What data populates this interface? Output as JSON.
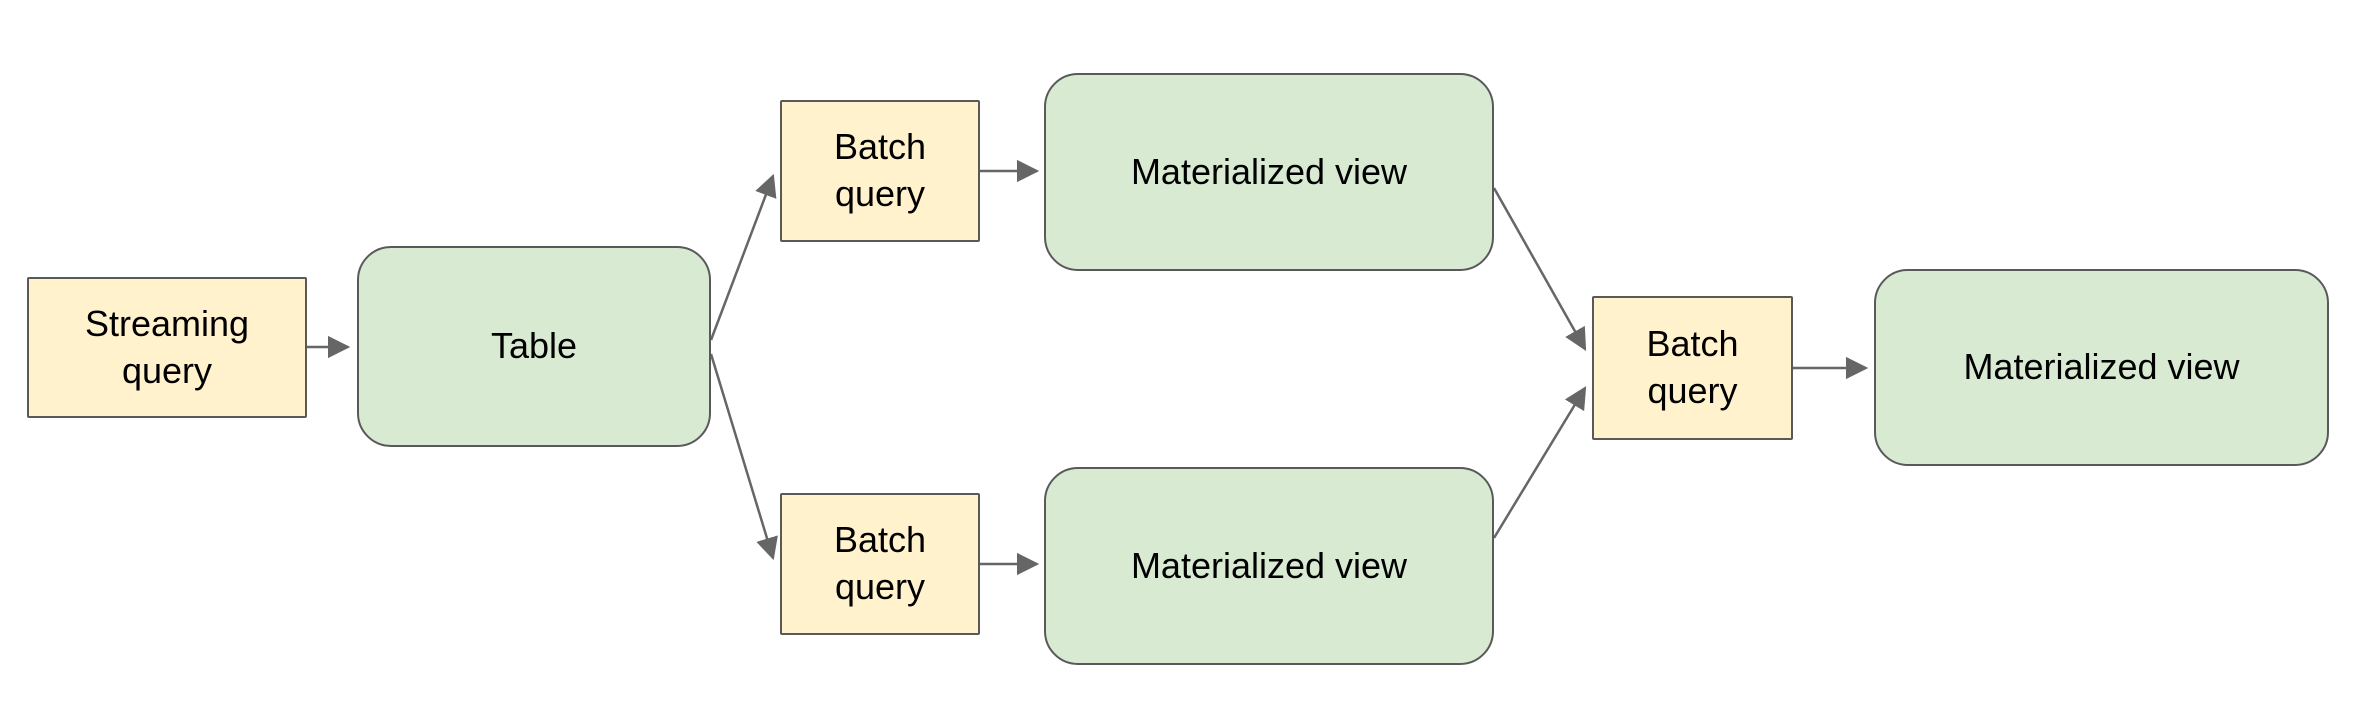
{
  "diagram": {
    "nodes": [
      {
        "id": "streaming-query",
        "label": "Streaming query",
        "kind": "query"
      },
      {
        "id": "table",
        "label": "Table",
        "kind": "table"
      },
      {
        "id": "batch-query-top",
        "label": "Batch query",
        "kind": "query"
      },
      {
        "id": "materialized-view-top",
        "label": "Materialized view",
        "kind": "view"
      },
      {
        "id": "batch-query-bottom",
        "label": "Batch query",
        "kind": "query"
      },
      {
        "id": "materialized-view-bottom",
        "label": "Materialized view",
        "kind": "view"
      },
      {
        "id": "batch-query-final",
        "label": "Batch query",
        "kind": "query"
      },
      {
        "id": "materialized-view-final",
        "label": "Materialized view",
        "kind": "view"
      }
    ],
    "edges": [
      {
        "from": "streaming-query",
        "to": "table"
      },
      {
        "from": "table",
        "to": "batch-query-top"
      },
      {
        "from": "table",
        "to": "batch-query-bottom"
      },
      {
        "from": "batch-query-top",
        "to": "materialized-view-top"
      },
      {
        "from": "batch-query-bottom",
        "to": "materialized-view-bottom"
      },
      {
        "from": "materialized-view-top",
        "to": "batch-query-final"
      },
      {
        "from": "materialized-view-bottom",
        "to": "batch-query-final"
      },
      {
        "from": "batch-query-final",
        "to": "materialized-view-final"
      }
    ],
    "colors": {
      "query_fill": "#fff2cc",
      "table_fill": "#d9ead3",
      "view_fill": "#d9ead3",
      "border": "#595959",
      "arrow": "#666666",
      "background": "#ffffff"
    }
  }
}
